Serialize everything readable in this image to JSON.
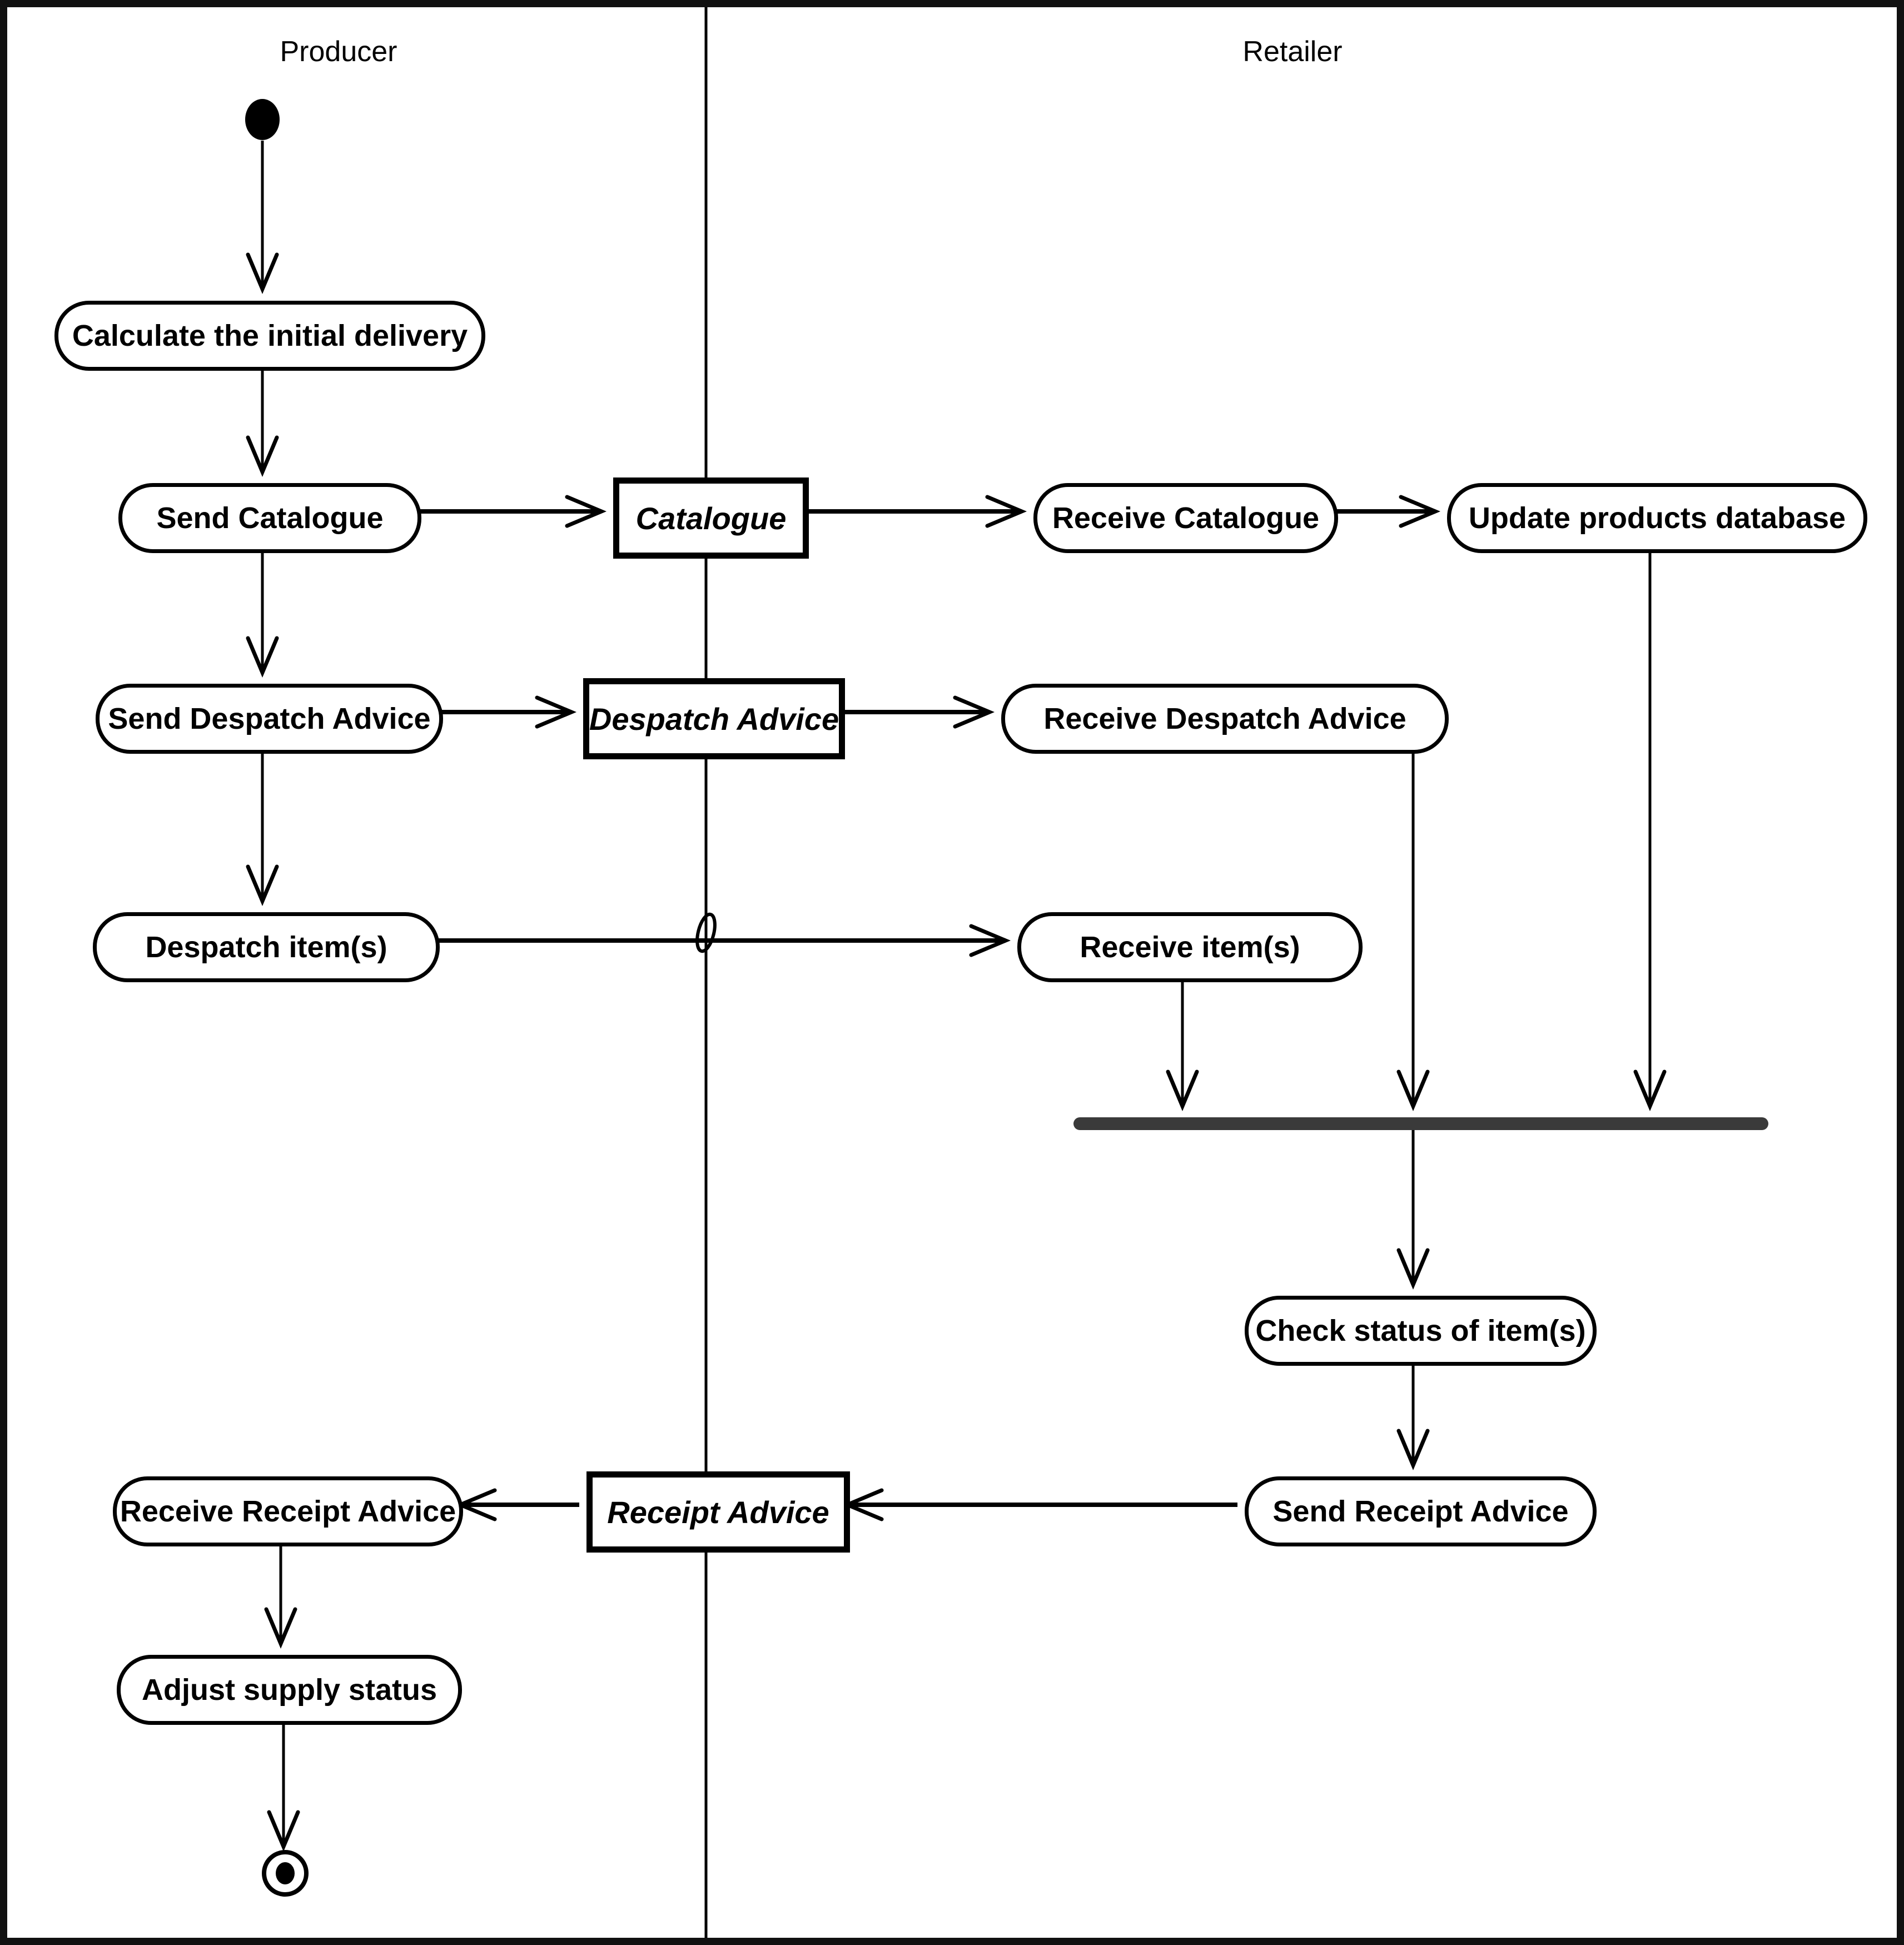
{
  "lanes": {
    "producer": {
      "label": "Producer"
    },
    "retailer": {
      "label": "Retailer"
    }
  },
  "nodes": {
    "initial": {
      "kind": "initial-node",
      "lane": "Producer"
    },
    "calculate_initial_delivery": {
      "kind": "action",
      "label": "Calculate the initial delivery",
      "lane": "Producer"
    },
    "send_catalogue": {
      "kind": "action",
      "label": "Send Catalogue",
      "lane": "Producer"
    },
    "catalogue": {
      "kind": "object",
      "label": "Catalogue",
      "lane": "boundary"
    },
    "receive_catalogue": {
      "kind": "action",
      "label": "Receive Catalogue",
      "lane": "Retailer"
    },
    "update_products_database": {
      "kind": "action",
      "label": "Update products database",
      "lane": "Retailer"
    },
    "send_despatch_advice": {
      "kind": "action",
      "label": "Send Despatch Advice",
      "lane": "Producer"
    },
    "despatch_advice": {
      "kind": "object",
      "label": "Despatch Advice",
      "lane": "boundary"
    },
    "receive_despatch_advice": {
      "kind": "action",
      "label": "Receive Despatch Advice",
      "lane": "Retailer"
    },
    "despatch_items": {
      "kind": "action",
      "label": "Despatch item(s)",
      "lane": "Producer"
    },
    "receive_items": {
      "kind": "action",
      "label": "Receive item(s)",
      "lane": "Retailer"
    },
    "join": {
      "kind": "synchronization-bar",
      "lane": "Retailer"
    },
    "check_status_of_items": {
      "kind": "action",
      "label": "Check status of item(s)",
      "lane": "Retailer"
    },
    "send_receipt_advice": {
      "kind": "action",
      "label": "Send Receipt Advice",
      "lane": "Retailer"
    },
    "receipt_advice": {
      "kind": "object",
      "label": "Receipt Advice",
      "lane": "boundary"
    },
    "receive_receipt_advice": {
      "kind": "action",
      "label": "Receive Receipt Advice",
      "lane": "Producer"
    },
    "adjust_supply_status": {
      "kind": "action",
      "label": "Adjust supply status",
      "lane": "Producer"
    },
    "final": {
      "kind": "final-node",
      "lane": "Producer"
    }
  },
  "edges": [
    {
      "from": "initial",
      "to": "calculate_initial_delivery",
      "kind": "control-flow"
    },
    {
      "from": "calculate_initial_delivery",
      "to": "send_catalogue",
      "kind": "control-flow"
    },
    {
      "from": "send_catalogue",
      "to": "catalogue",
      "kind": "object-flow"
    },
    {
      "from": "catalogue",
      "to": "receive_catalogue",
      "kind": "object-flow"
    },
    {
      "from": "receive_catalogue",
      "to": "update_products_database",
      "kind": "object-flow"
    },
    {
      "from": "send_catalogue",
      "to": "send_despatch_advice",
      "kind": "control-flow"
    },
    {
      "from": "send_despatch_advice",
      "to": "despatch_advice",
      "kind": "object-flow"
    },
    {
      "from": "despatch_advice",
      "to": "receive_despatch_advice",
      "kind": "object-flow"
    },
    {
      "from": "send_despatch_advice",
      "to": "despatch_items",
      "kind": "control-flow"
    },
    {
      "from": "despatch_items",
      "to": "receive_items",
      "kind": "object-flow",
      "note": "crosses lane divider with line hop"
    },
    {
      "from": "update_products_database",
      "to": "join",
      "kind": "control-flow"
    },
    {
      "from": "receive_despatch_advice",
      "to": "join",
      "kind": "control-flow"
    },
    {
      "from": "receive_items",
      "to": "join",
      "kind": "control-flow"
    },
    {
      "from": "join",
      "to": "check_status_of_items",
      "kind": "control-flow"
    },
    {
      "from": "check_status_of_items",
      "to": "send_receipt_advice",
      "kind": "control-flow"
    },
    {
      "from": "send_receipt_advice",
      "to": "receipt_advice",
      "kind": "object-flow"
    },
    {
      "from": "receipt_advice",
      "to": "receive_receipt_advice",
      "kind": "object-flow"
    },
    {
      "from": "receive_receipt_advice",
      "to": "adjust_supply_status",
      "kind": "control-flow"
    },
    {
      "from": "adjust_supply_status",
      "to": "final",
      "kind": "control-flow"
    }
  ],
  "colors": {
    "background": "#ffffff",
    "stroke": "#000000",
    "join_bar_fill": "#3a3a3a"
  }
}
